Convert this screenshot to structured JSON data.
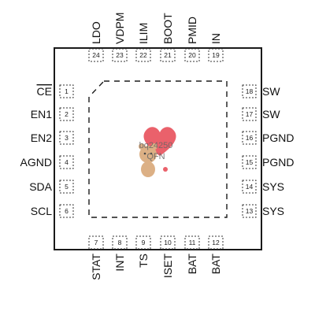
{
  "package": {
    "part_label": "bq24250",
    "sub_label": "QFN",
    "overline_pins": [
      "CE"
    ]
  },
  "pins": {
    "left": [
      {
        "num": "1",
        "name": "CE"
      },
      {
        "num": "2",
        "name": "EN1"
      },
      {
        "num": "3",
        "name": "EN2"
      },
      {
        "num": "4",
        "name": "AGND"
      },
      {
        "num": "5",
        "name": "SDA"
      },
      {
        "num": "6",
        "name": "SCL"
      }
    ],
    "bottom": [
      {
        "num": "7",
        "name": "STAT"
      },
      {
        "num": "8",
        "name": "INT"
      },
      {
        "num": "9",
        "name": "TS"
      },
      {
        "num": "10",
        "name": "ISET"
      },
      {
        "num": "11",
        "name": "BAT"
      },
      {
        "num": "12",
        "name": "BAT"
      }
    ],
    "right": [
      {
        "num": "18",
        "name": "SW"
      },
      {
        "num": "17",
        "name": "SW"
      },
      {
        "num": "16",
        "name": "PGND"
      },
      {
        "num": "15",
        "name": "PGND"
      },
      {
        "num": "14",
        "name": "SYS"
      },
      {
        "num": "13",
        "name": "SYS"
      }
    ],
    "top": [
      {
        "num": "24",
        "name": "LDO"
      },
      {
        "num": "23",
        "name": "VDPM"
      },
      {
        "num": "22",
        "name": "ILIM"
      },
      {
        "num": "21",
        "name": "BOOT"
      },
      {
        "num": "20",
        "name": "PMID"
      },
      {
        "num": "19",
        "name": "IN"
      }
    ]
  },
  "colors": {
    "line": "#1a1a1a",
    "pad_border": "#333333",
    "watermark_heart": "#e8505b",
    "watermark_bear": "#d9a878"
  }
}
